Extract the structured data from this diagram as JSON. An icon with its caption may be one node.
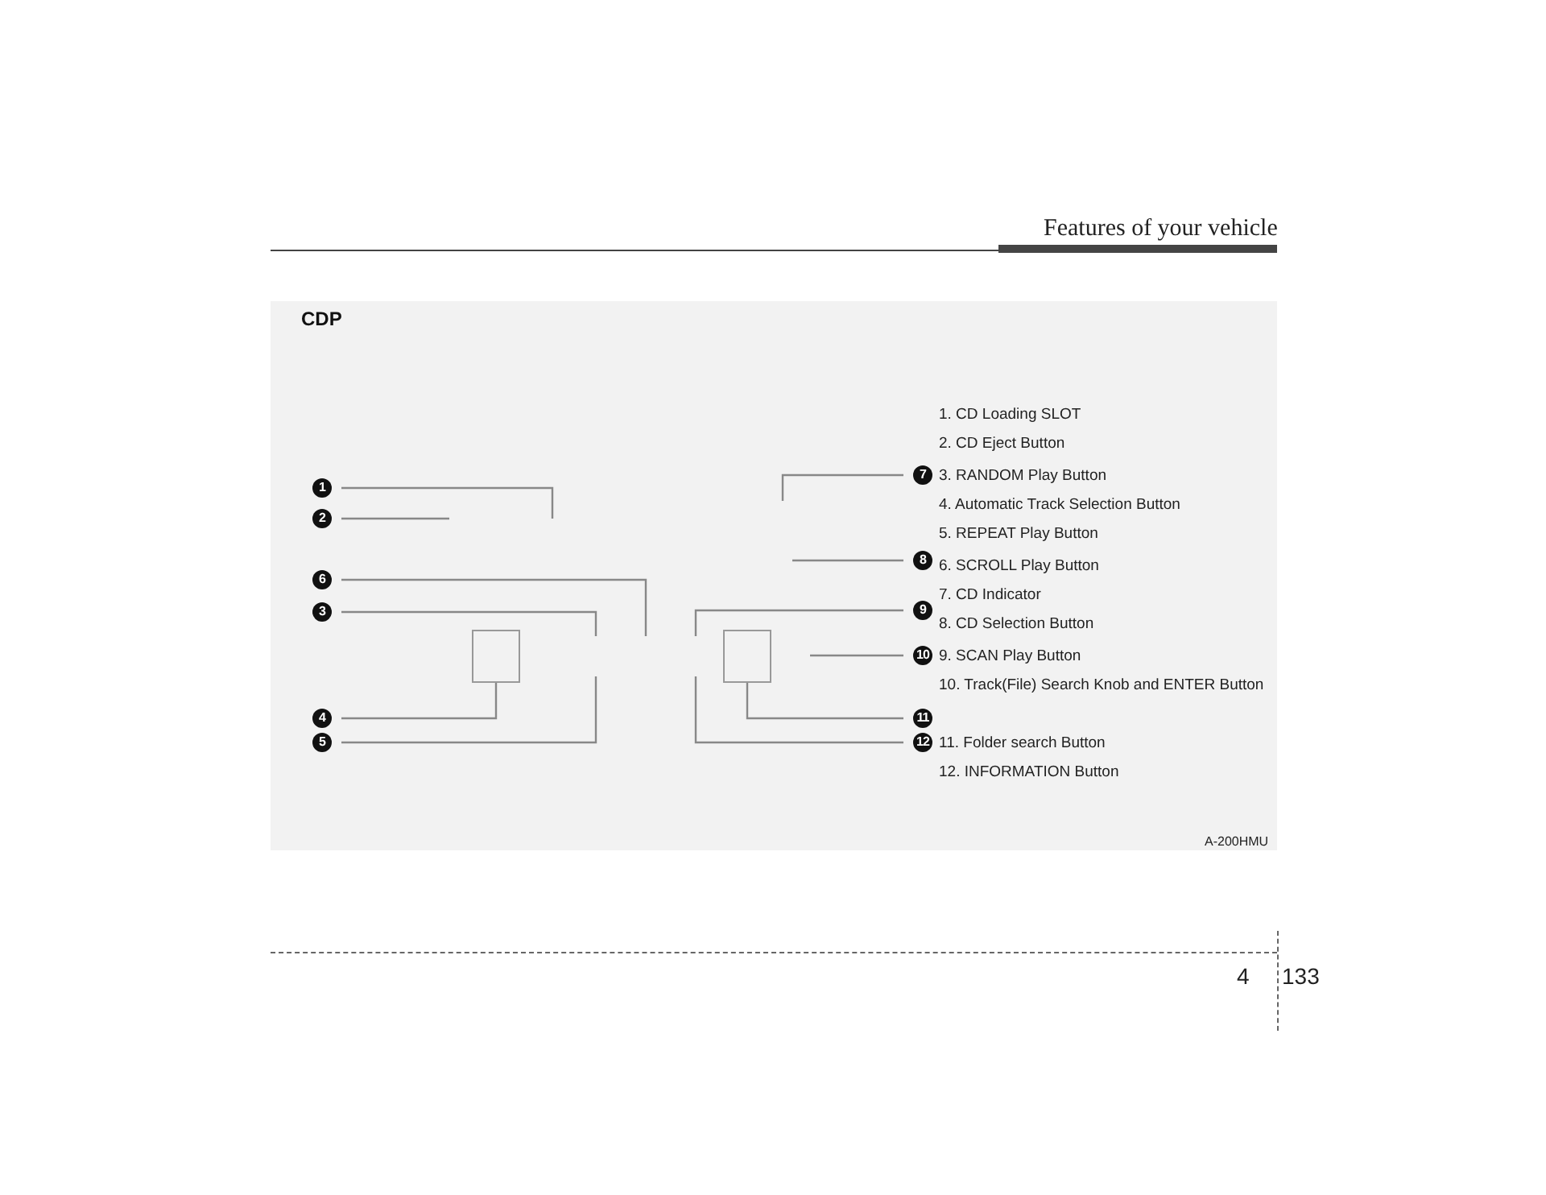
{
  "diagram": {
    "title": "CDP",
    "nodes": [
      {
        "text": [
          "1"
        ]
      },
      {
        "text": [
          "2"
        ]
      },
      {
        "text": [
          "6"
        ]
      },
      {
        "text": [
          "3"
        ]
      },
      {
        "text": [
          "4"
        ]
      },
      {
        "text": [
          "5"
        ]
      },
      {
        "text": [],
        "shape": "box"
      },
      {
        "text": [],
        "shape": "box"
      },
      {
        "text": [
          "7"
        ]
      },
      {
        "text": [
          "8"
        ]
      },
      {
        "text": [
          "9"
        ]
      },
      {
        "text": [
          "10"
        ]
      },
      {
        "text": [
          "11"
        ]
      },
      {
        "text": [
          "12"
        ]
      }
    ],
    "edges": [
      {
        "from": 0,
        "to": null,
        "arrow": "none"
      },
      {
        "from": 1,
        "to": null,
        "arrow": "none"
      },
      {
        "from": 2,
        "to": null,
        "arrow": "none"
      },
      {
        "from": 3,
        "to": null,
        "arrow": "none"
      },
      {
        "from": 4,
        "to": 6,
        "arrow": "none"
      },
      {
        "from": 5,
        "to": null,
        "arrow": "none"
      },
      {
        "from": 8,
        "to": null,
        "arrow": "none"
      },
      {
        "from": 9,
        "to": null,
        "arrow": "none"
      },
      {
        "from": 10,
        "to": null,
        "arrow": "none"
      },
      {
        "from": 11,
        "to": null,
        "arrow": "none"
      },
      {
        "from": 12,
        "to": 7,
        "arrow": "none"
      },
      {
        "from": 13,
        "to": null,
        "arrow": "none"
      }
    ],
    "labels": [
      "Features of your vehicle",
      "1. CD Loading SLOT",
      "2. CD Eject Button",
      "3. RANDOM Play Button",
      "4. Automatic Track Selection Button",
      "5. REPEAT Play Button",
      "6. SCROLL Play Button",
      "7. CD Indicator",
      "8. CD Selection Button",
      "9. SCAN Play Button",
      "10. Track(File) Search Knob and ENTER Button",
      "11. Folder search Button",
      "12. INFORMATION Button",
      "A-200HMU",
      "4",
      "133"
    ]
  }
}
